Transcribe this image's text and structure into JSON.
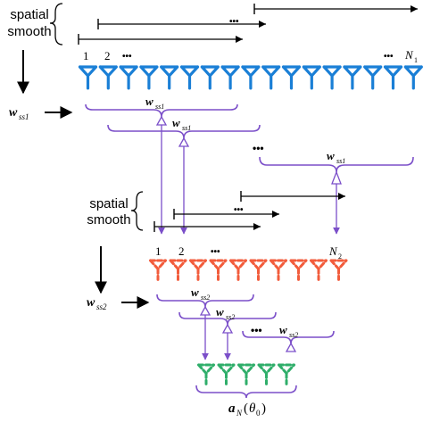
{
  "spatial_smooth_label_1": [
    "spatial",
    "smooth"
  ],
  "spatial_smooth_label_2": [
    "spatial",
    "smooth"
  ],
  "array1": {
    "first_label": "1",
    "second_label": "2",
    "last_label": "N",
    "last_label_sub": "1",
    "ellipsis": "•••",
    "color": "#1a7fd6",
    "elements": 17
  },
  "array2": {
    "first_label": "1",
    "second_label": "2",
    "last_label": "N",
    "last_label_sub": "2",
    "ellipsis": "•••",
    "color": "#f25c3c",
    "elements": 10
  },
  "array3": {
    "color": "#2fae6a",
    "elements": 5
  },
  "weight1": {
    "w": "w",
    "sub": "ss1"
  },
  "weight2": {
    "w": "w",
    "sub": "ss2"
  },
  "output_label": {
    "a": "a",
    "a_sub": "N",
    "lparen": "(",
    "theta": "θ",
    "theta_sub": "0",
    "rparen": ")"
  },
  "ellipsis": "•••",
  "colors": {
    "bracket": "#7b4fc9",
    "arrow": "#000000"
  }
}
